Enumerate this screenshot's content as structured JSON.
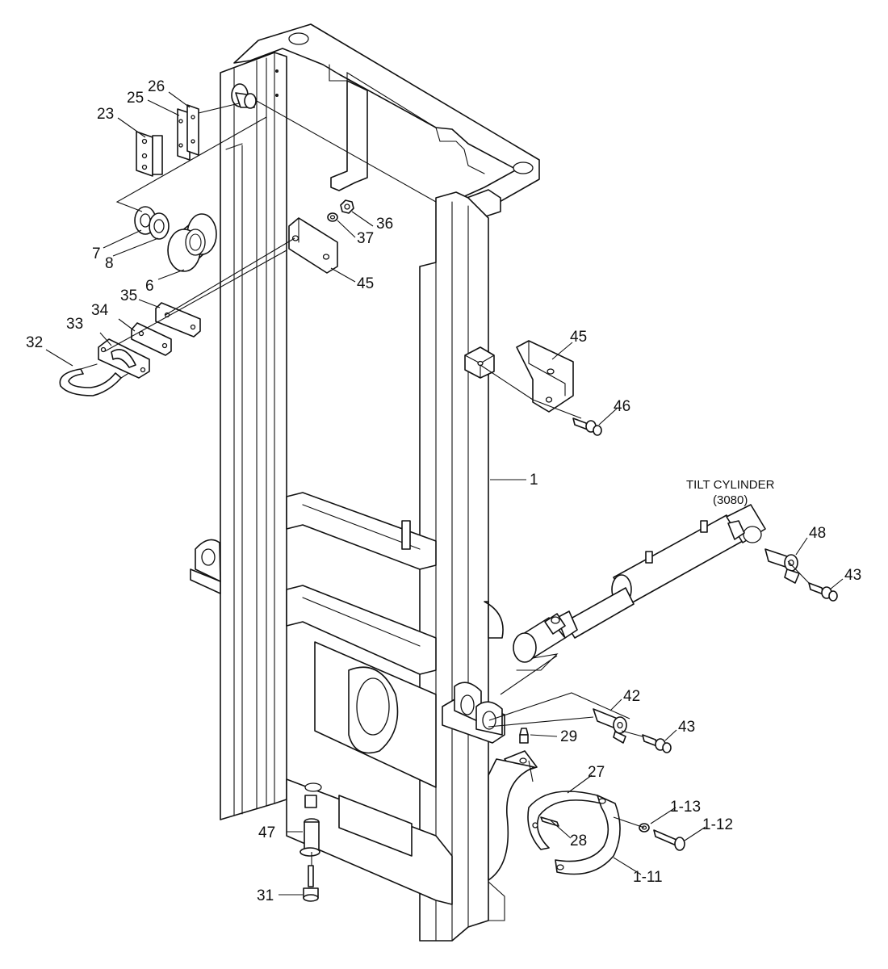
{
  "diagram": {
    "tilt_cylinder_title": "TILT CYLINDER",
    "tilt_cylinder_ref": "(3080)"
  },
  "callouts": {
    "c1": "1",
    "c1_11": "1-11",
    "c1_12": "1-12",
    "c1_13": "1-13",
    "c6": "6",
    "c7": "7",
    "c8": "8",
    "c23": "23",
    "c25": "25",
    "c26": "26",
    "c27": "27",
    "c28": "28",
    "c29": "29",
    "c31": "31",
    "c32": "32",
    "c33": "33",
    "c34": "34",
    "c35": "35",
    "c36": "36",
    "c37": "37",
    "c42": "42",
    "c43_top": "43",
    "c43_bottom": "43",
    "c45_top": "45",
    "c45_right": "45",
    "c46": "46",
    "c47": "47",
    "c48": "48"
  }
}
